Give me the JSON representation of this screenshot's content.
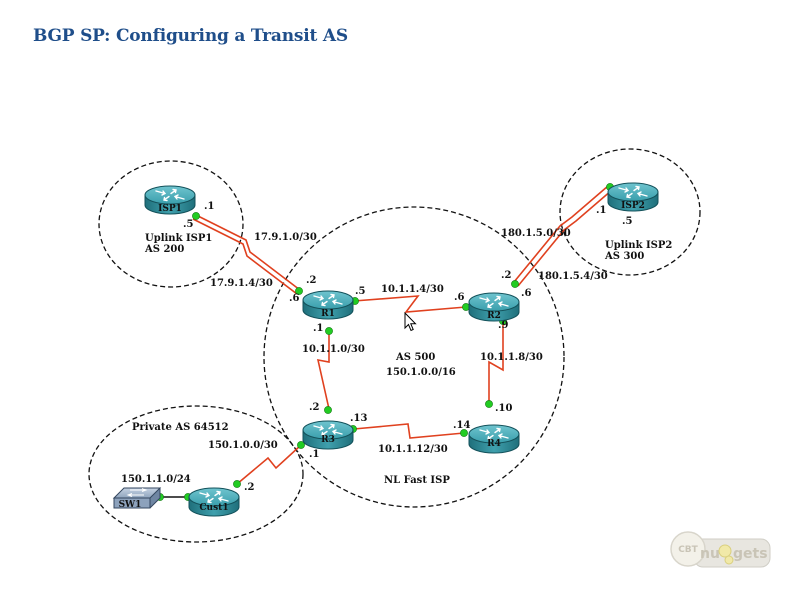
{
  "title": "BGP SP: Configuring a Transit AS",
  "colors": {
    "title": "#1f4e8a",
    "link": "#e0411f",
    "port": "#22cc22",
    "router": "#2e8f9c"
  },
  "devices": {
    "isp1": "ISP1",
    "isp2": "ISP2",
    "r1": "R1",
    "r2": "R2",
    "r3": "R3",
    "r4": "R4",
    "cust1": "Cust1",
    "sw1": "SW1"
  },
  "areas": {
    "isp1_line1": "Uplink ISP1",
    "isp1_line2": "AS 200",
    "isp2_line1": "Uplink ISP2",
    "isp2_line2": "AS 300",
    "core_as": "AS 500",
    "core_net": "150.1.0.0/16",
    "core_name": "NL Fast ISP",
    "private": "Private AS 64512"
  },
  "subnets": {
    "isp1_r1_a": "17.9.1.0/30",
    "isp1_r1_b": "17.9.1.4/30",
    "isp2_r2_a": "180.1.5.0/30",
    "isp2_r2_b": "180.1.5.4/30",
    "r1_r2": "10.1.1.4/30",
    "r1_r3": "10.1.1.0/30",
    "r2_r4": "10.1.1.8/30",
    "r3_r4": "10.1.1.12/30",
    "r3_cust1": "150.1.0.0/30",
    "cust_lan": "150.1.1.0/24"
  },
  "hosts": {
    "isp1_a": ".1",
    "isp1_b": ".5",
    "r1_up_a": ".2",
    "r1_up_b": ".6",
    "r1_r2": ".5",
    "r1_r3": ".1",
    "r2_r1": ".6",
    "r2_up_a": ".2",
    "r2_up_b": ".6",
    "r2_r4": ".9",
    "isp2_a": ".1",
    "isp2_b": ".5",
    "r3_r1": ".2",
    "r3_r4": ".13",
    "r3_cust": ".1",
    "r4_r3": ".14",
    "r4_r2": ".10",
    "cust1": ".2"
  },
  "logo": {
    "part1": "CBT",
    "part2": "nu",
    "part3": "gets"
  }
}
